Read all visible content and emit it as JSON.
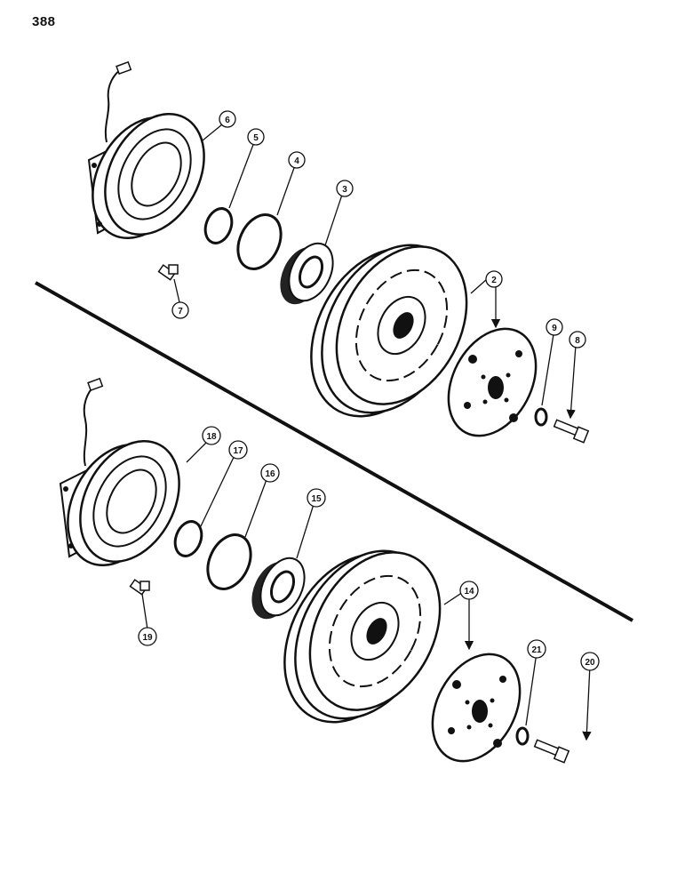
{
  "page": {
    "number": "388"
  },
  "callouts": {
    "c2": "2",
    "c3": "3",
    "c4": "4",
    "c5": "5",
    "c6": "6",
    "c7": "7",
    "c8": "8",
    "c9": "9",
    "c14": "14",
    "c15": "15",
    "c16": "16",
    "c17": "17",
    "c18": "18",
    "c19": "19",
    "c20": "20",
    "c21": "21"
  }
}
